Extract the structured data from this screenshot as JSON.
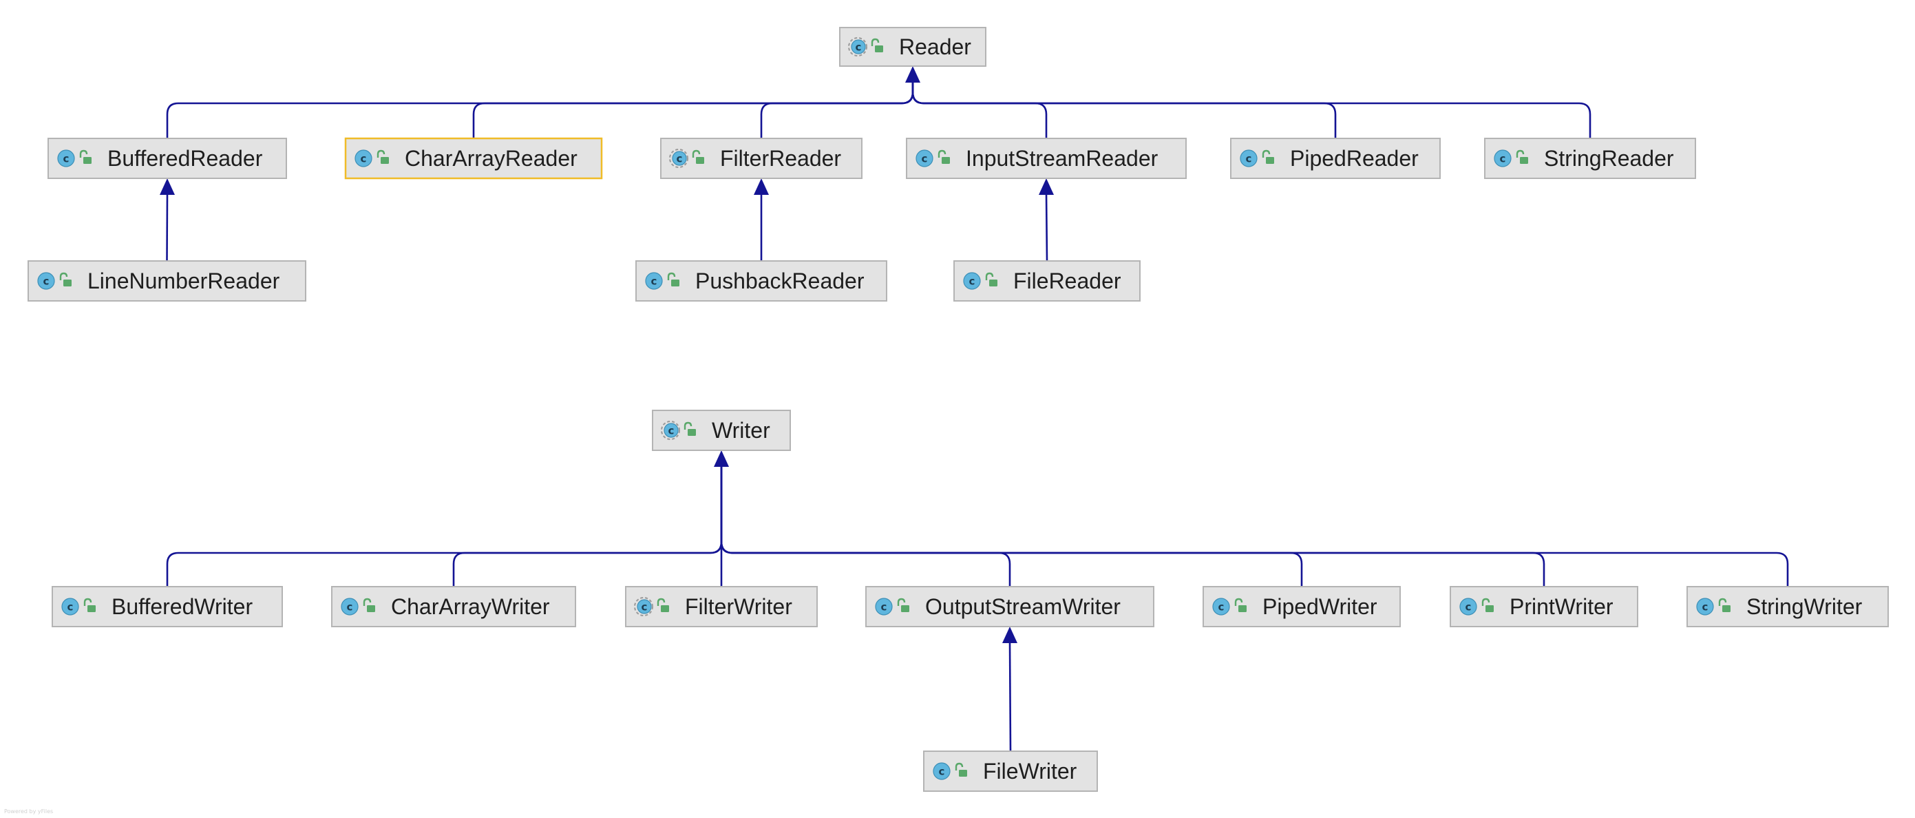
{
  "diagram": {
    "title": "",
    "reader_hierarchy": {
      "root": {
        "id": "Reader",
        "label": "Reader",
        "abstract": true
      },
      "children": [
        {
          "id": "BufferedReader",
          "label": "BufferedReader",
          "parent": "Reader"
        },
        {
          "id": "CharArrayReader",
          "label": "CharArrayReader",
          "parent": "Reader",
          "selected": true
        },
        {
          "id": "FilterReader",
          "label": "FilterReader",
          "parent": "Reader",
          "abstract": true
        },
        {
          "id": "InputStreamReader",
          "label": "InputStreamReader",
          "parent": "Reader"
        },
        {
          "id": "PipedReader",
          "label": "PipedReader",
          "parent": "Reader"
        },
        {
          "id": "StringReader",
          "label": "StringReader",
          "parent": "Reader"
        },
        {
          "id": "LineNumberReader",
          "label": "LineNumberReader",
          "parent": "BufferedReader"
        },
        {
          "id": "PushbackReader",
          "label": "PushbackReader",
          "parent": "FilterReader"
        },
        {
          "id": "FileReader",
          "label": "FileReader",
          "parent": "InputStreamReader"
        }
      ]
    },
    "writer_hierarchy": {
      "root": {
        "id": "Writer",
        "label": "Writer",
        "abstract": true
      },
      "children": [
        {
          "id": "BufferedWriter",
          "label": "BufferedWriter",
          "parent": "Writer"
        },
        {
          "id": "CharArrayWriter",
          "label": "CharArrayWriter",
          "parent": "Writer"
        },
        {
          "id": "FilterWriter",
          "label": "FilterWriter",
          "parent": "Writer",
          "abstract": true
        },
        {
          "id": "OutputStreamWriter",
          "label": "OutputStreamWriter",
          "parent": "Writer"
        },
        {
          "id": "PipedWriter",
          "label": "PipedWriter",
          "parent": "Writer"
        },
        {
          "id": "PrintWriter",
          "label": "PrintWriter",
          "parent": "Writer"
        },
        {
          "id": "StringWriter",
          "label": "StringWriter",
          "parent": "Writer"
        },
        {
          "id": "FileWriter",
          "label": "FileWriter",
          "parent": "OutputStreamWriter"
        }
      ]
    },
    "icon_names": {
      "class": "class-icon",
      "abstract_class": "abstract-class-icon",
      "visibility": "public-lock-icon"
    },
    "colors": {
      "edge": "#141494",
      "node_fill": "#e3e3e3",
      "node_border": "#b4b4b4",
      "selected_border": "#f0bc28",
      "class_icon": "#5fb6de",
      "lock_icon": "#59a869"
    },
    "footer": "Powered by yFiles"
  }
}
